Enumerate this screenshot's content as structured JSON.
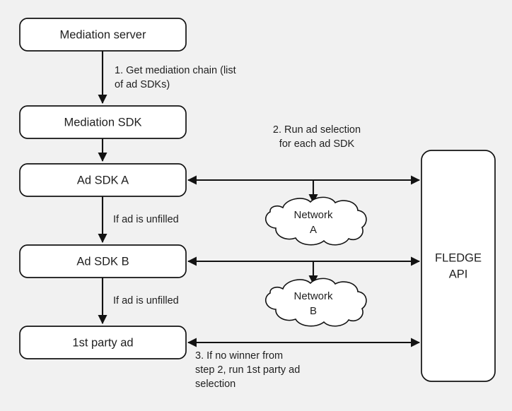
{
  "diagram": {
    "title": "Mediation waterfall with FLEDGE API ad selection",
    "background_color": "#f1f1f1",
    "node_fill": "#ffffff",
    "stroke_color": "#121212",
    "nodes": [
      {
        "id": "mediation-server",
        "label": "Mediation server"
      },
      {
        "id": "mediation-sdk",
        "label": "Mediation SDK"
      },
      {
        "id": "ad-sdk-a",
        "label": "Ad SDK A"
      },
      {
        "id": "ad-sdk-b",
        "label": "Ad SDK B"
      },
      {
        "id": "first-party-ad",
        "label": "1st party ad"
      },
      {
        "id": "fledge-api",
        "label_line1": "FLEDGE",
        "label_line2": "API"
      }
    ],
    "clouds": [
      {
        "id": "network-a",
        "label_line1": "Network",
        "label_line2": "A"
      },
      {
        "id": "network-b",
        "label_line1": "Network",
        "label_line2": "B"
      }
    ],
    "edge_labels": {
      "step1": "1. Get mediation chain (list\nof ad SDKs)",
      "step2": "2. Run ad selection\nfor each ad SDK",
      "step3": "3. If no winner from\nstep 2, run 1st party ad\nselection",
      "unfilled_a": "If ad is unfilled",
      "unfilled_b": "If ad is unfilled"
    }
  }
}
